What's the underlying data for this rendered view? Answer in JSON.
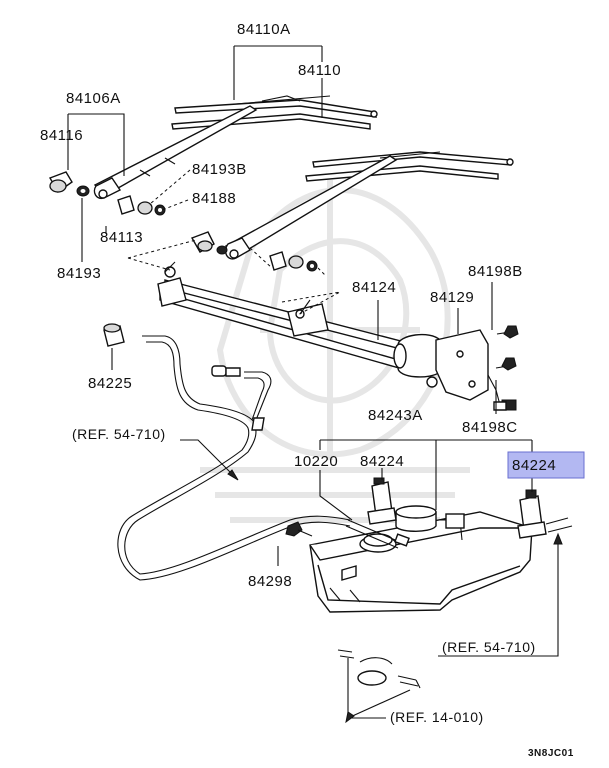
{
  "labels": {
    "p84110A": "84110A",
    "p84110": "84110",
    "p84106A": "84106A",
    "p84116": "84116",
    "p84193B": "84193B",
    "p84188": "84188",
    "p84113": "84113",
    "p84193": "84193",
    "p84124": "84124",
    "p84198B": "84198B",
    "p84129": "84129",
    "p84225": "84225",
    "p84198C": "84198C",
    "p84243A": "84243A",
    "ref_54_710_left": "(REF. 54-710)",
    "p10220": "10220",
    "p84224_center": "84224",
    "p84224_highlight": "84224",
    "p84298": "84298",
    "ref_54_710_right": "(REF. 54-710)",
    "ref_14_010": "(REF. 14-010)",
    "diagram_code": "3N8JC01"
  },
  "colors": {
    "highlight_fill": "#b3b8f2",
    "highlight_border": "#6a6fd0",
    "watermark": "#e8e8e8",
    "ink": "#111111"
  }
}
